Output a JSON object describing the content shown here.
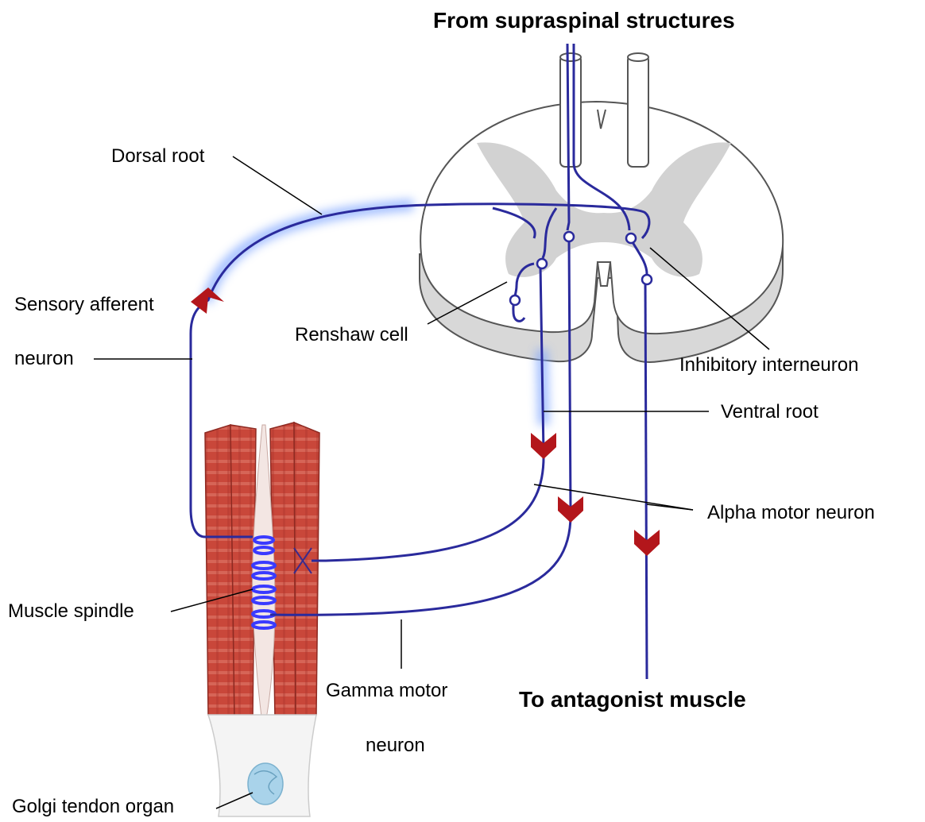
{
  "labels": {
    "from_supraspinal": "From supraspinal structures",
    "dorsal_root": "Dorsal root",
    "sensory_afferent_1": "Sensory afferent",
    "sensory_afferent_2": "neuron",
    "renshaw_cell": "Renshaw cell",
    "inhibitory_interneuron": "Inhibitory interneuron",
    "ventral_root": "Ventral root",
    "alpha_motor_neuron": "Alpha motor neuron",
    "muscle_spindle": "Muscle spindle",
    "gamma_motor_1": "Gamma motor",
    "gamma_motor_2": "neuron",
    "to_antagonist": "To antagonist muscle",
    "golgi_tendon_organ": "Golgi tendon organ"
  },
  "colors": {
    "nerve": "#2a2a9c",
    "nerve_glow": "#7fa6ff",
    "arrow": "#b3161b",
    "grey_matter": "#d2d2d2",
    "cord_outline": "#555555",
    "muscle": "#c9473a",
    "muscle_dark": "#a8322a",
    "tendon": "#e8e8e8",
    "golgi": "#a9d3ea"
  }
}
